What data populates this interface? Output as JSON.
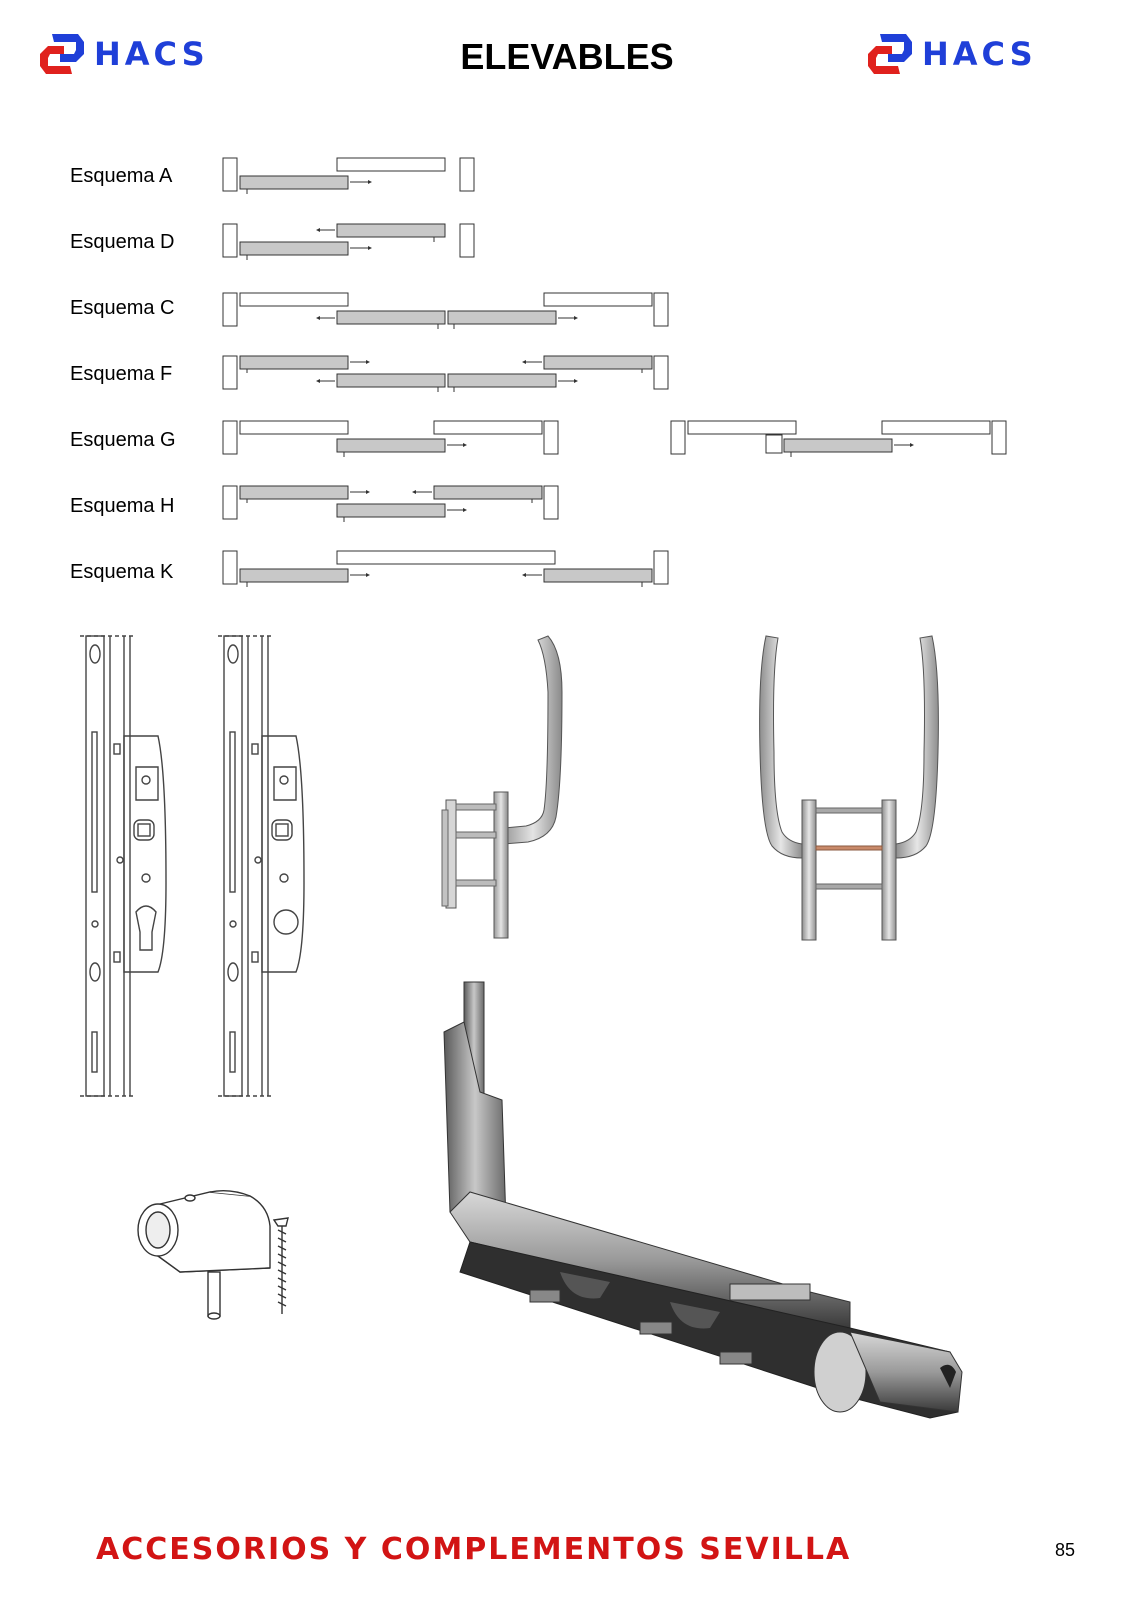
{
  "header": {
    "logo_text": "HACS",
    "title": "ELEVABLES"
  },
  "schemes": [
    {
      "label": "Esquema A"
    },
    {
      "label": "Esquema D"
    },
    {
      "label": "Esquema C"
    },
    {
      "label": "Esquema F"
    },
    {
      "label": "Esquema G"
    },
    {
      "label": "Esquema H"
    },
    {
      "label": "Esquema K"
    }
  ],
  "images": [
    {
      "icon": "lock-mechanism-cylinder-icon"
    },
    {
      "icon": "lock-mechanism-round-icon"
    },
    {
      "icon": "handle-side-icon"
    },
    {
      "icon": "handle-front-icon"
    },
    {
      "icon": "door-stop-with-screw-icon"
    },
    {
      "icon": "lift-slide-carriage-icon"
    }
  ],
  "colors": {
    "logo_blue": "#1f3fd8",
    "logo_red": "#e0211d",
    "footer_red": "#d21414",
    "panel_gray": "#c8c8c8"
  },
  "footer": {
    "text": "ACCESORIOS Y COMPLEMENTOS SEVILLA",
    "page_number": "85"
  }
}
